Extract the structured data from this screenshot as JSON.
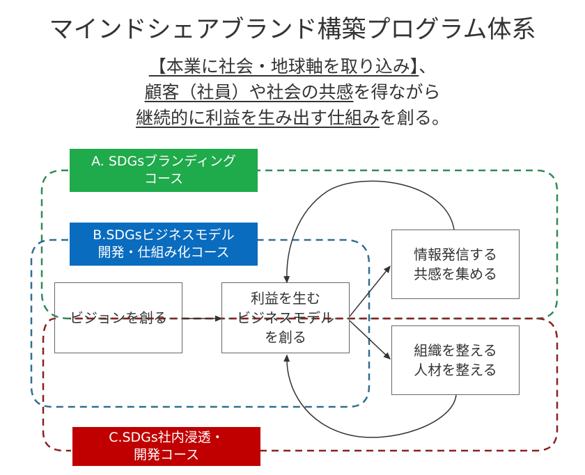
{
  "title": "マインドシェアブランド構築プログラム体系",
  "subtitle": {
    "line1_underlined": "【本業に社会・地球軸を取り込み】",
    "line1_rest": "、",
    "line2_underlined": "顧客（社員）や社会の共感",
    "line2_rest": "を得ながら",
    "line3_underlined": "継続的に利益を生み出す仕組み",
    "line3_rest": "を創る。"
  },
  "courses": {
    "a": {
      "line1": "A. SDGsブランディング",
      "line2": "コース",
      "color": "#1faa4b"
    },
    "b": {
      "line1": "B.SDGsビジネスモデル",
      "line2": "開発・仕組み化コース",
      "color": "#0a6cbf"
    },
    "c": {
      "line1": "C.SDGs社内浸透・",
      "line2": "開発コース",
      "color": "#c00000"
    }
  },
  "boundary_colors": {
    "a": "#2e8b57",
    "b": "#2f6f8f",
    "c": "#8b2020"
  },
  "steps": {
    "vision": "ビジョンを創る",
    "model": {
      "line1": "利益を生む",
      "line2": "ビジネスモデル",
      "line3": "を創る"
    },
    "info": {
      "line1": "情報発信する",
      "line2": "共感を集める"
    },
    "org": {
      "line1": "組織を整える",
      "line2": "人材を整える"
    }
  }
}
